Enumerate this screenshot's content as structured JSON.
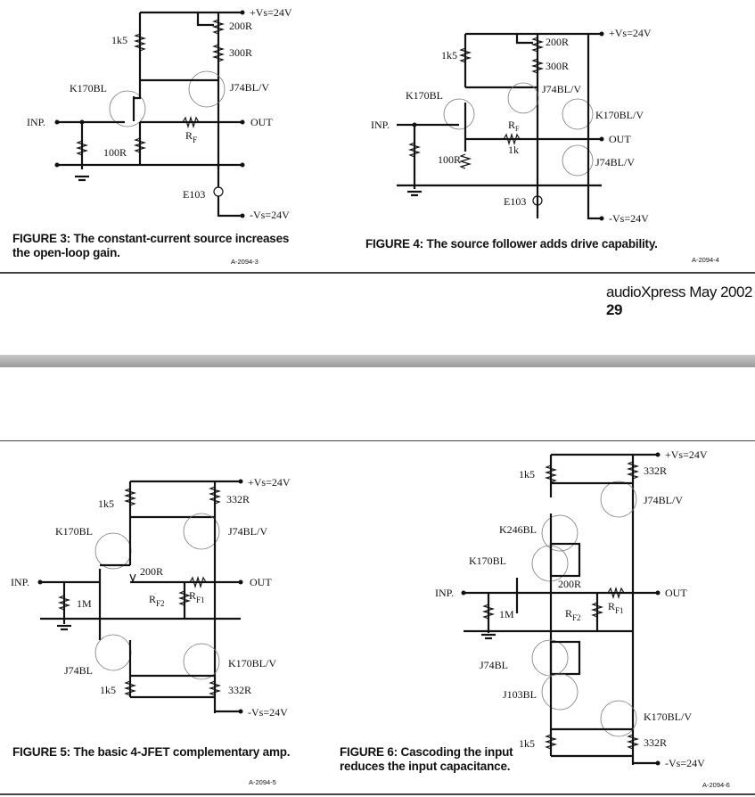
{
  "page": {
    "magazine": "audioXpress",
    "issue": "May 2002",
    "page_number": "29"
  },
  "figures": [
    {
      "id": "fig3",
      "label": "FIGURE 3:",
      "caption": "The constant-current source increases the open-loop gain.",
      "code": "A-2094-3",
      "labels": {
        "vplus": "+Vs=24V",
        "vminus": "-Vs=24V",
        "r1k5": "1k5",
        "r200": "200R",
        "r300": "300R",
        "q1": "K170BL",
        "q2": "J74BL/V",
        "inp": "INP.",
        "out": "OUT",
        "rf": "R",
        "rf_sub": "F",
        "r100": "100R",
        "led": "E103"
      }
    },
    {
      "id": "fig4",
      "label": "FIGURE 4:",
      "caption": "The source follower adds drive capability.",
      "code": "A-2094-4",
      "labels": {
        "vplus": "+Vs=24V",
        "vminus": "-Vs=24V",
        "r1k5": "1k5",
        "r200": "200R",
        "r300": "300R",
        "q1": "K170BL",
        "q2": "J74BL/V",
        "q3": "K170BL/V",
        "q4": "J74BL/V",
        "inp": "INP.",
        "out": "OUT",
        "rf": "R",
        "rf_sub": "F",
        "rf_val": "1k",
        "r100": "100R",
        "led": "E103"
      }
    },
    {
      "id": "fig5",
      "label": "FIGURE 5:",
      "caption": "The basic 4-JFET complementary amp.",
      "code": "A-2094-5",
      "labels": {
        "vplus": "+Vs=24V",
        "vminus": "-Vs=24V",
        "r1k5a": "1k5",
        "r1k5b": "1k5",
        "r332a": "332R",
        "r332b": "332R",
        "q1": "K170BL",
        "q2": "J74BL/V",
        "q3": "J74BL",
        "q4": "K170BL/V",
        "inp": "INP.",
        "out": "OUT",
        "r1m": "1M",
        "r200": "200R",
        "rf1": "R",
        "rf1_sub": "F1",
        "rf2": "R",
        "rf2_sub": "F2"
      }
    },
    {
      "id": "fig6",
      "label": "FIGURE 6:",
      "caption": "Cascoding the input reduces the input capacitance.",
      "code": "A-2094-6",
      "labels": {
        "vplus": "+Vs=24V",
        "vminus": "-Vs=24V",
        "r1k5a": "1k5",
        "r1k5b": "1k5",
        "r332a": "332R",
        "r332b": "332R",
        "q1": "K246BL",
        "q2": "K170BL",
        "q3": "J74BL",
        "q4": "J103BL",
        "q5": "J74BL/V",
        "q6": "K170BL/V",
        "inp": "INP.",
        "out": "OUT",
        "r1m": "1M",
        "r200": "200R",
        "rf1": "R",
        "rf1_sub": "F1",
        "rf2": "R",
        "rf2_sub": "F2"
      }
    }
  ]
}
